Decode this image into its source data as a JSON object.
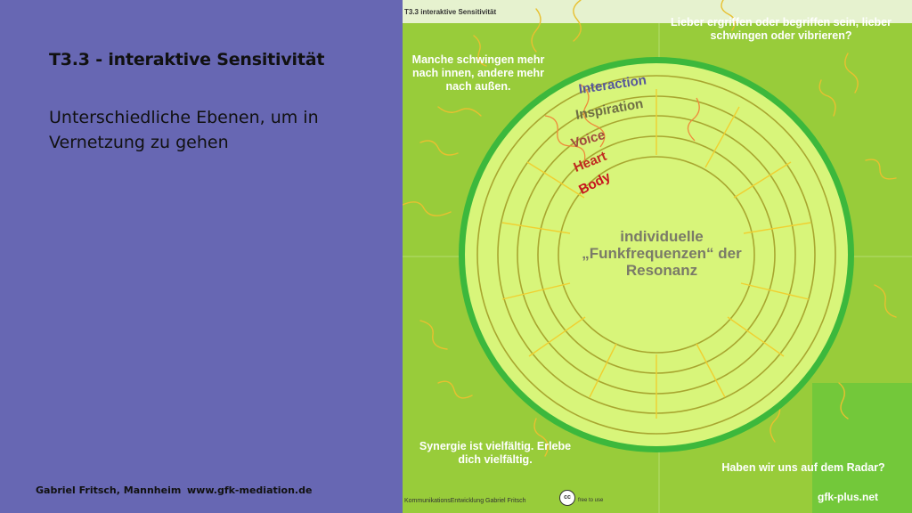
{
  "slide": {
    "title": "T3.3 -  interaktive Sensitivität",
    "subtitle": "Unterschiedliche Ebenen, um in Vernetzung zu gehen",
    "footer_author": "Gabriel Fritsch, Mannheim",
    "footer_url": "www.gfk-mediation.de"
  },
  "graphic": {
    "header": "T3.3  interaktive Sensitivität",
    "corner_top_left": "Manche schwingen mehr nach innen, andere mehr nach außen.",
    "corner_top_right": "Lieber ergriffen oder begriffen sein, lieber schwingen oder vibrieren?",
    "corner_bottom_left": "Synergie ist vielfältig. Erlebe dich vielfältig.",
    "corner_bottom_right": "Haben wir uns auf dem Radar?",
    "center_text": "individuelle „Funkfrequenzen“ der Resonanz",
    "layers": {
      "interaction": "Interaction",
      "inspiration": "Inspiration",
      "voice": "Voice",
      "heart": "Heart",
      "body": "Body"
    },
    "credit": "KommunikationsEntwicklung Gabriel Fritsch",
    "cc_badge": "cc",
    "cc_note": "free to use",
    "site": "gfk-plus.net"
  },
  "colors": {
    "slide_background": "#6767b3",
    "graphic_background": "#98cc3a",
    "disc_fill": "#d8f57a",
    "disc_ring": "#3cb83c",
    "circle_lines": "#a8a630"
  }
}
